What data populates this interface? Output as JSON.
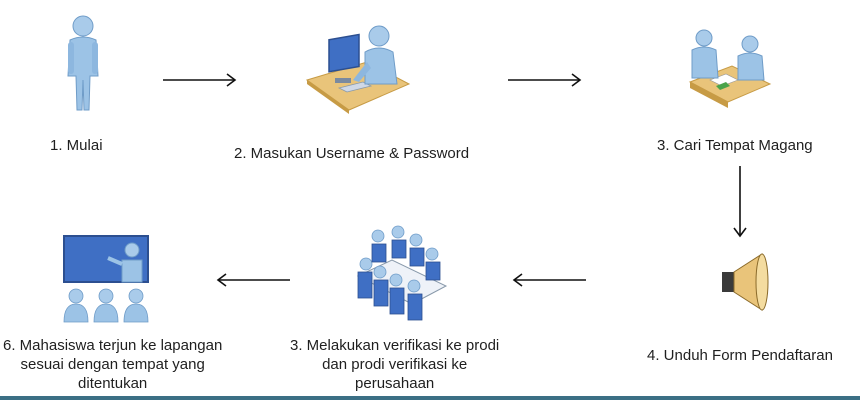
{
  "steps": [
    {
      "label": "1. Mulai",
      "icon": "standing-person-icon"
    },
    {
      "label": "2. Masukan Username & Password",
      "icon": "person-at-computer-icon"
    },
    {
      "label": "3. Cari Tempat Magang",
      "icon": "meeting-at-desk-icon"
    },
    {
      "label": "4. Unduh Form Pendaftaran",
      "icon": "speaker-icon"
    },
    {
      "lines": [
        "3. Melakukan verifikasi  ke prodi",
        "dan prodi verifikasi ke",
        "perusahaan"
      ],
      "icon": "conference-table-icon"
    },
    {
      "lines": [
        "6. Mahasiswa terjun ke lapangan",
        "sesuai dengan tempat yang",
        "ditentukan"
      ],
      "icon": "presentation-audience-icon"
    }
  ],
  "colors": {
    "figure": "#9cc3e6",
    "figure_dark": "#6f9cc8",
    "desk": "#e9c47a",
    "screen": "#3f6fc4",
    "accent": "#4aa34a",
    "rule": "#3b6f85"
  }
}
